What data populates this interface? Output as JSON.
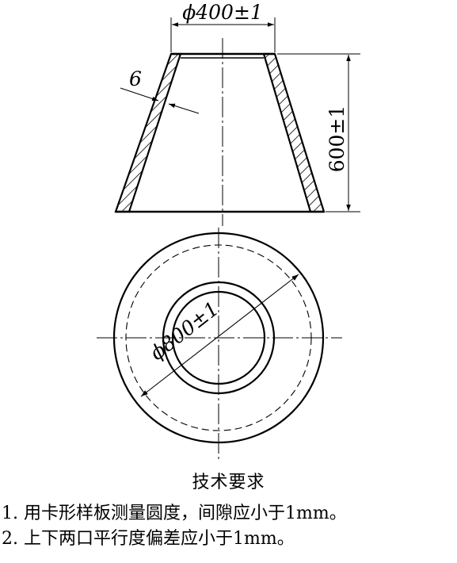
{
  "drawing": {
    "top_diameter_label": "ϕ400±1",
    "thickness_label": "6",
    "height_label": "600±1",
    "bottom_diameter_label": "ϕ800±1"
  },
  "requirements": {
    "title": "技术要求",
    "items": [
      "1. 用卡形样板测量圆度，间隙应小于1mm。",
      "2. 上下两口平行度偏差应小于1mm。"
    ]
  }
}
